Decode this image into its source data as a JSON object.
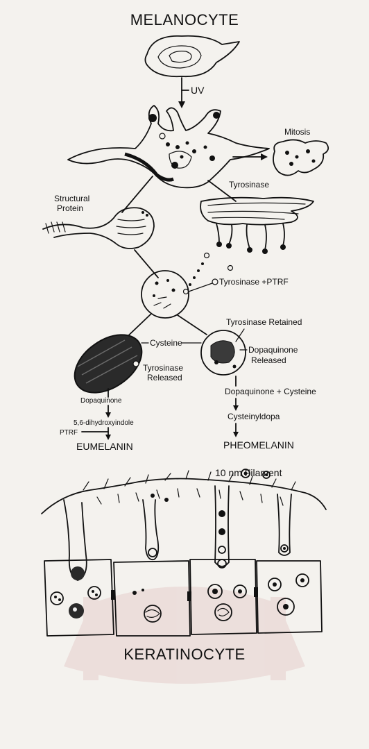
{
  "labels": {
    "top_title": "MELANOCYTE",
    "uv": "UV",
    "mitosis": "Mitosis",
    "structural_line1": "Structural",
    "structural_line2": "Protein",
    "tyrosinase": "Tyrosinase",
    "tyrosinase_ptrf": "Tyrosinase +PTRF",
    "cysteine": "Cysteine",
    "tyrosinase_retained": "Tyrosinase Retained",
    "dopaquinone_released_1": "Dopaquinone",
    "dopaquinone_released_2": "Released",
    "tyrosinase_released_1": "Tyrosinase",
    "tyrosinase_released_2": "Released",
    "dopaquinone_left": "Dopaquinone",
    "dihydroxyindole": "5,6-dihydroxyindole",
    "ptrf": "PTRF",
    "eumelanin": "EUMELANIN",
    "dopaquinone_cysteine": "Dopaquinone + Cysteine",
    "cysteinyldopa": "Cysteinyldopa",
    "pheomelanin": "PHEOMELANIN",
    "filament": "10 nm  Filament",
    "bottom_title": "KERATINOCYTE"
  },
  "colors": {
    "background": "#f4f2ee",
    "ink": "#111111",
    "watermark": "#c98a8a"
  }
}
